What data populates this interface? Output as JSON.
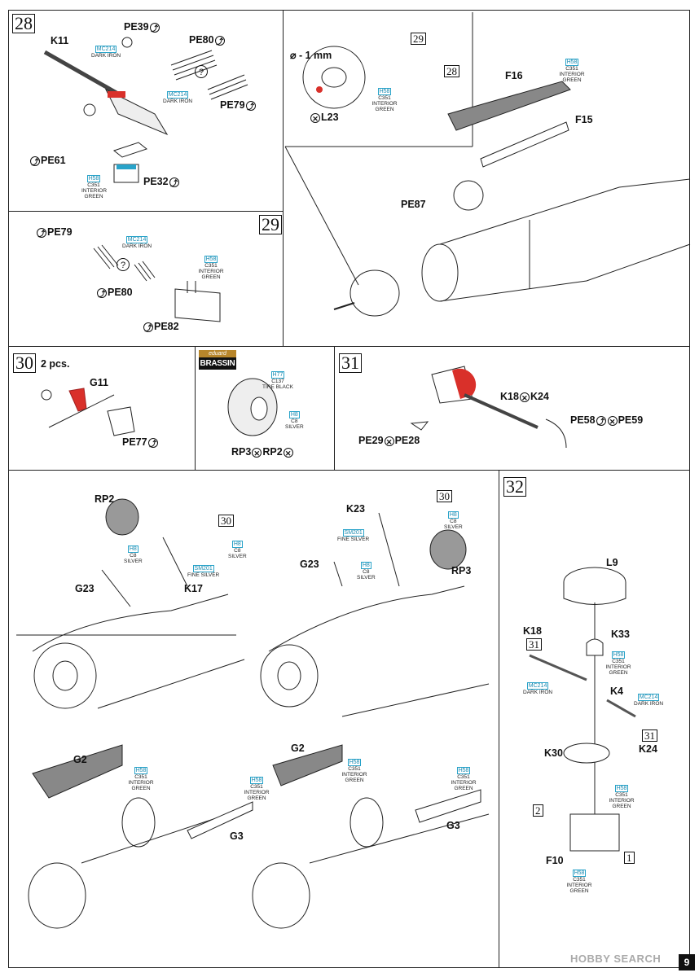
{
  "steps": {
    "s28": {
      "num": "28",
      "parts": [
        "K11",
        "PE39",
        "PE80",
        "PE79",
        "PE61",
        "PE32"
      ],
      "refs": [
        "29",
        "28"
      ]
    },
    "s29": {
      "num": "29",
      "parts": [
        "PE79",
        "PE80",
        "PE82"
      ]
    },
    "s30": {
      "num": "30",
      "qty": "2 pcs.",
      "parts": [
        "G11",
        "PE77"
      ]
    },
    "s31": {
      "num": "31",
      "parts": [
        "K18",
        "K24",
        "PE58",
        "PE59",
        "PE29",
        "PE28"
      ]
    },
    "s32": {
      "num": "32",
      "parts": [
        "L9",
        "K18",
        "K33",
        "K4",
        "K24",
        "K30",
        "F10"
      ],
      "refs": [
        "31",
        "31",
        "2",
        "1"
      ]
    }
  },
  "upper_right": {
    "dim": "⌀ - 1 mm",
    "parts": [
      "L23",
      "F16",
      "F15",
      "PE87"
    ],
    "refs": [
      "29",
      "28"
    ]
  },
  "brassin": {
    "top": "eduard",
    "bottom": "BRASSIN",
    "parts": [
      "RP3",
      "RP2"
    ]
  },
  "gear_left": {
    "parts": [
      "RP2",
      "G23",
      "K17",
      "G2",
      "G3"
    ],
    "ref": "30"
  },
  "gear_right": {
    "parts": [
      "K23",
      "G23",
      "RP3",
      "G2",
      "G3"
    ],
    "ref": "30"
  },
  "paints": {
    "mc214": {
      "code": "MC214",
      "name": "DARK IRON"
    },
    "h58": {
      "code": "H58",
      "c": "C351",
      "name": "INTERIOR GREEN"
    },
    "h77": {
      "code": "H77",
      "c": "C137",
      "name": "TIRE BLACK"
    },
    "h8": {
      "code": "H8",
      "c": "C8",
      "name": "SILVER"
    },
    "sm201": {
      "code": "SM201",
      "name": "FINE SILVER"
    }
  },
  "icons": {
    "bend": "↻",
    "remove": "✕",
    "unsure": "?",
    "fold": "⤴"
  },
  "footer": {
    "watermark": "HOBBY SEARCH",
    "page": "9"
  },
  "colors": {
    "accent_red": "#d9302a",
    "paint_blue": "#1a8ab0",
    "grey_part": "#777777"
  }
}
